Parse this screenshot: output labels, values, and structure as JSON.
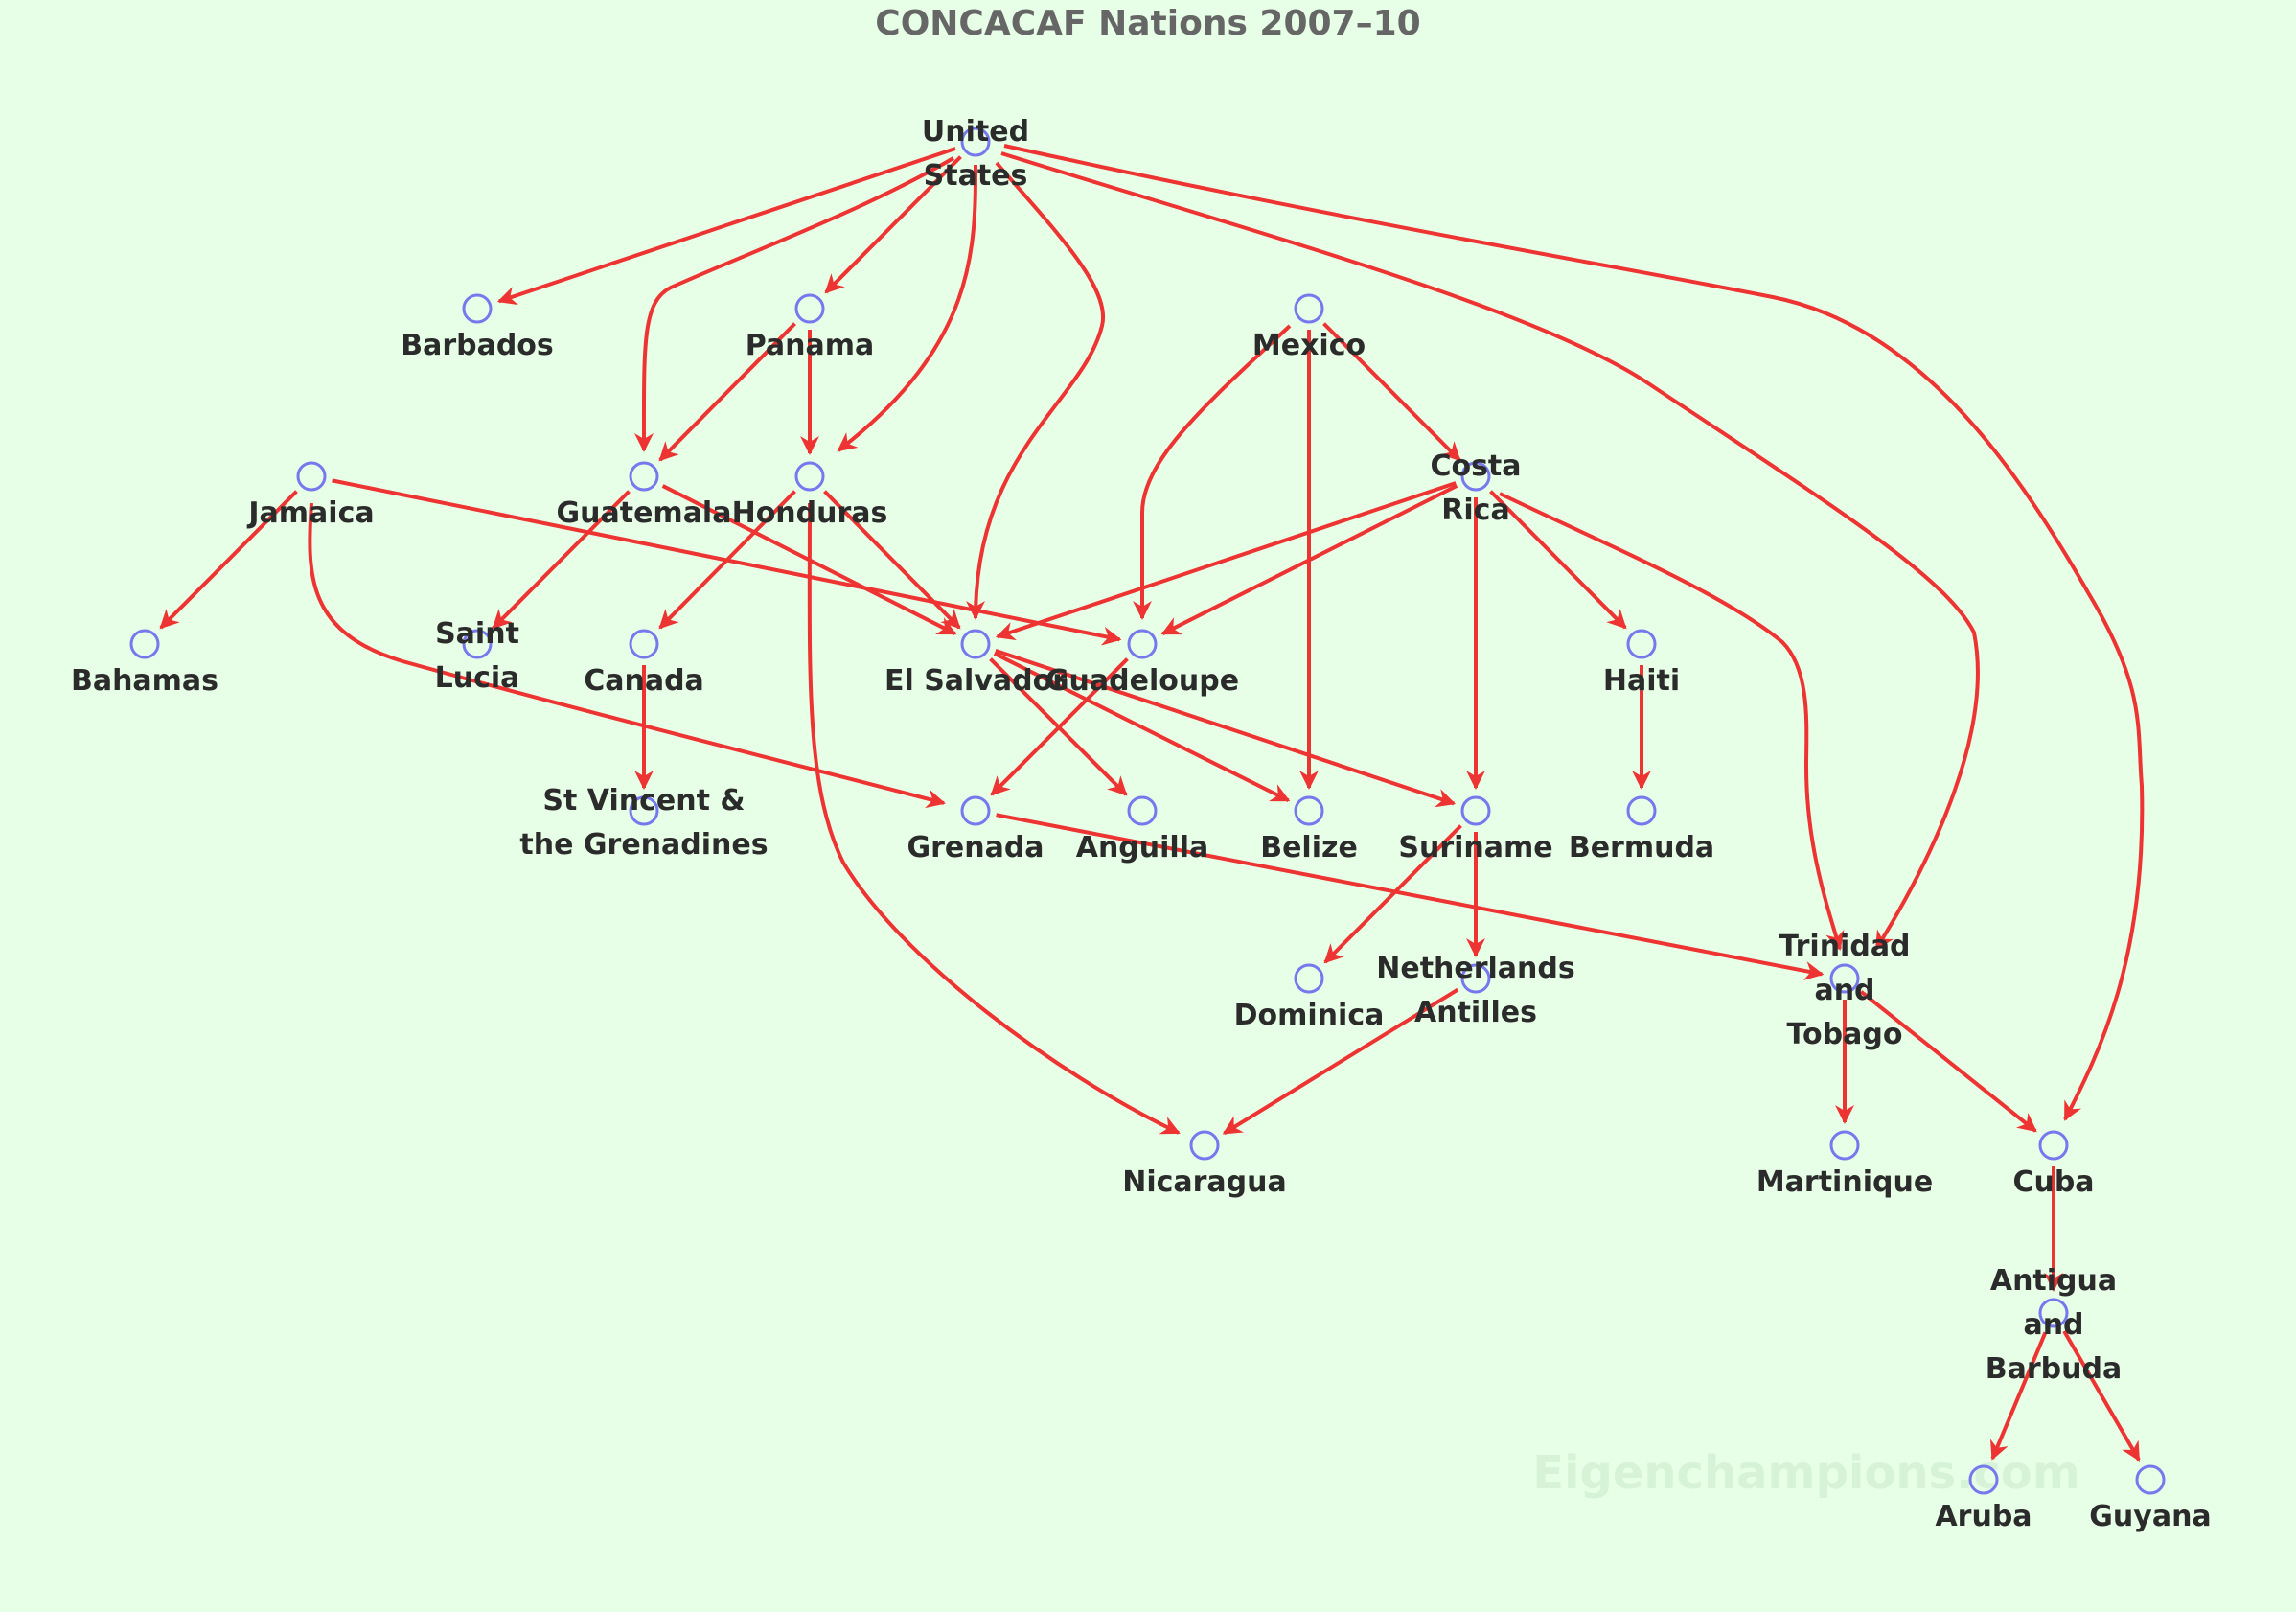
{
  "title": "CONCACAF Nations 2007–10",
  "watermark": "Eigenchampions.com",
  "colors": {
    "background": "#e6ffe6",
    "edge": "#ee3333",
    "node_stroke": "#7777ee",
    "label": "#2b2b2b",
    "title": "#666666"
  },
  "nodes": [
    {
      "id": "united-states",
      "label": [
        "United",
        "States"
      ]
    },
    {
      "id": "barbados",
      "label": [
        "Barbados"
      ]
    },
    {
      "id": "panama",
      "label": [
        "Panama"
      ]
    },
    {
      "id": "mexico",
      "label": [
        "Mexico"
      ]
    },
    {
      "id": "jamaica",
      "label": [
        "Jamaica"
      ]
    },
    {
      "id": "guatemala",
      "label": [
        "Guatemala"
      ]
    },
    {
      "id": "honduras",
      "label": [
        "Honduras"
      ]
    },
    {
      "id": "costa-rica",
      "label": [
        "Costa",
        "Rica"
      ]
    },
    {
      "id": "bahamas",
      "label": [
        "Bahamas"
      ]
    },
    {
      "id": "saint-lucia",
      "label": [
        "Saint",
        "Lucia"
      ]
    },
    {
      "id": "canada",
      "label": [
        "Canada"
      ]
    },
    {
      "id": "el-salvador",
      "label": [
        "El Salvador"
      ]
    },
    {
      "id": "guadeloupe",
      "label": [
        "Guadeloupe"
      ]
    },
    {
      "id": "haiti",
      "label": [
        "Haiti"
      ]
    },
    {
      "id": "st-vincent",
      "label": [
        "St Vincent &",
        "the Grenadines"
      ]
    },
    {
      "id": "grenada",
      "label": [
        "Grenada"
      ]
    },
    {
      "id": "anguilla",
      "label": [
        "Anguilla"
      ]
    },
    {
      "id": "belize",
      "label": [
        "Belize"
      ]
    },
    {
      "id": "suriname",
      "label": [
        "Suriname"
      ]
    },
    {
      "id": "bermuda",
      "label": [
        "Bermuda"
      ]
    },
    {
      "id": "dominica",
      "label": [
        "Dominica"
      ]
    },
    {
      "id": "netherlands-antilles",
      "label": [
        "Netherlands",
        "Antilles"
      ]
    },
    {
      "id": "trinidad-tobago",
      "label": [
        "Trinidad",
        "and",
        "Tobago"
      ]
    },
    {
      "id": "nicaragua",
      "label": [
        "Nicaragua"
      ]
    },
    {
      "id": "martinique",
      "label": [
        "Martinique"
      ]
    },
    {
      "id": "cuba",
      "label": [
        "Cuba"
      ]
    },
    {
      "id": "antigua-barbuda",
      "label": [
        "Antigua",
        "and",
        "Barbuda"
      ]
    },
    {
      "id": "aruba",
      "label": [
        "Aruba"
      ]
    },
    {
      "id": "guyana",
      "label": [
        "Guyana"
      ]
    }
  ],
  "edges": [
    {
      "from": "united-states",
      "to": "barbados"
    },
    {
      "from": "united-states",
      "to": "panama"
    },
    {
      "from": "united-states",
      "to": "guatemala"
    },
    {
      "from": "united-states",
      "to": "honduras"
    },
    {
      "from": "united-states",
      "to": "el-salvador"
    },
    {
      "from": "united-states",
      "to": "trinidad-tobago"
    },
    {
      "from": "united-states",
      "to": "cuba"
    },
    {
      "from": "panama",
      "to": "guatemala"
    },
    {
      "from": "panama",
      "to": "honduras"
    },
    {
      "from": "mexico",
      "to": "costa-rica"
    },
    {
      "from": "mexico",
      "to": "guadeloupe"
    },
    {
      "from": "mexico",
      "to": "belize"
    },
    {
      "from": "jamaica",
      "to": "bahamas"
    },
    {
      "from": "jamaica",
      "to": "guadeloupe"
    },
    {
      "from": "jamaica",
      "to": "grenada"
    },
    {
      "from": "guatemala",
      "to": "saint-lucia"
    },
    {
      "from": "guatemala",
      "to": "el-salvador"
    },
    {
      "from": "honduras",
      "to": "canada"
    },
    {
      "from": "honduras",
      "to": "el-salvador"
    },
    {
      "from": "honduras",
      "to": "nicaragua"
    },
    {
      "from": "costa-rica",
      "to": "el-salvador"
    },
    {
      "from": "costa-rica",
      "to": "guadeloupe"
    },
    {
      "from": "costa-rica",
      "to": "haiti"
    },
    {
      "from": "costa-rica",
      "to": "suriname"
    },
    {
      "from": "costa-rica",
      "to": "trinidad-tobago"
    },
    {
      "from": "canada",
      "to": "st-vincent"
    },
    {
      "from": "el-salvador",
      "to": "anguilla"
    },
    {
      "from": "el-salvador",
      "to": "belize"
    },
    {
      "from": "el-salvador",
      "to": "suriname"
    },
    {
      "from": "guadeloupe",
      "to": "grenada"
    },
    {
      "from": "haiti",
      "to": "bermuda"
    },
    {
      "from": "grenada",
      "to": "trinidad-tobago"
    },
    {
      "from": "suriname",
      "to": "dominica"
    },
    {
      "from": "suriname",
      "to": "netherlands-antilles"
    },
    {
      "from": "netherlands-antilles",
      "to": "nicaragua"
    },
    {
      "from": "trinidad-tobago",
      "to": "martinique"
    },
    {
      "from": "trinidad-tobago",
      "to": "cuba"
    },
    {
      "from": "cuba",
      "to": "antigua-barbuda"
    },
    {
      "from": "antigua-barbuda",
      "to": "aruba"
    },
    {
      "from": "antigua-barbuda",
      "to": "guyana"
    }
  ]
}
